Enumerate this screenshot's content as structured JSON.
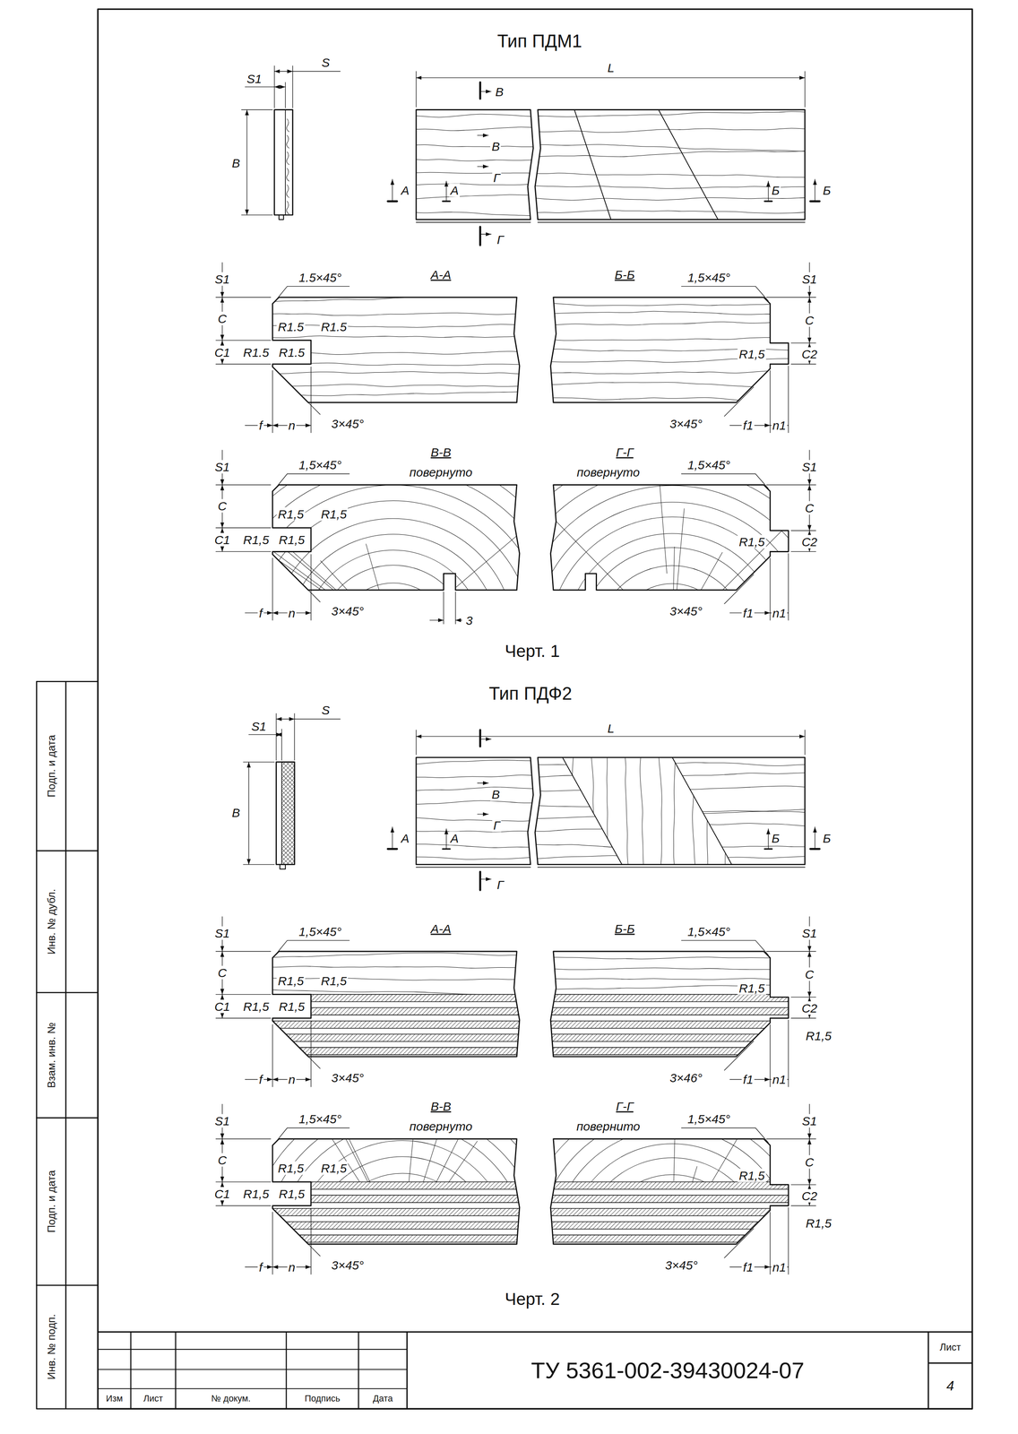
{
  "diagram": {
    "nodes": [
      {
        "text": [
          "Подп. и дата"
        ]
      },
      {
        "text": [
          "Инв. № дубл."
        ]
      },
      {
        "text": [
          "Взам. инв. №"
        ]
      },
      {
        "text": [
          "Подп. и дата"
        ]
      },
      {
        "text": [
          "Инв. № подп."
        ]
      },
      {
        "text": [
          "Изм"
        ]
      },
      {
        "text": [
          "Лист"
        ]
      },
      {
        "text": [
          "№ докум."
        ]
      },
      {
        "text": [
          "Подпись"
        ]
      },
      {
        "text": [
          "Дата"
        ]
      },
      {
        "text": [
          "ТУ 5361-002-39430024-07"
        ]
      },
      {
        "text": [
          "Лист"
        ]
      },
      {
        "text": [
          "4"
        ]
      }
    ],
    "labels": [
      "Тип ПДМ1",
      "S1",
      "S",
      "B",
      "L",
      "В",
      "В",
      "А",
      "А",
      "Г",
      "Г",
      "Б",
      "Б",
      "S1",
      "1.5×45°",
      "А-А",
      "C",
      "R1.5",
      "R1.5",
      "C1",
      "R1.5",
      "R1.5",
      "f",
      "n",
      "3×45°",
      "Б-Б",
      "1,5×45°",
      "S1",
      "C",
      "R1,5",
      "C2",
      "3×45°",
      "f1",
      "n1",
      "В-В",
      "повернуто",
      "S1",
      "1,5×45°",
      "C",
      "R1,5",
      "R1,5",
      "C1",
      "R1,5",
      "R1,5",
      "3",
      "f",
      "n",
      "3×45°",
      "Г-Г",
      "повернуто",
      "1,5×45°",
      "S1",
      "C",
      "R1,5",
      "C2",
      "3×45°",
      "f1",
      "n1",
      "Черт. 1",
      "Тип ПДФ2",
      "S1",
      "S",
      "B",
      "L",
      "А",
      "А",
      "В",
      "Г",
      "Г",
      "Б",
      "Б",
      "S1",
      "1,5×45°",
      "А-А",
      "C",
      "R1,5",
      "R1,5",
      "C1",
      "R1,5",
      "R1,5",
      "f",
      "n",
      "3×45°",
      "Б-Б",
      "1,5×45°",
      "S1",
      "C",
      "R1,5",
      "C2",
      "R1,5",
      "3×46°",
      "f1",
      "n1",
      "В-В",
      "повернуто",
      "1,5×45°",
      "S1",
      "C",
      "R1,5",
      "R1,5",
      "C1",
      "R1,5",
      "R1,5",
      "f",
      "n",
      "3×45°",
      "Г-Г",
      "повернито",
      "1,5×45°",
      "S1",
      "C",
      "R1,5",
      "C2",
      "R1,5",
      "3×45°",
      "f1",
      "n1",
      "Черт. 2"
    ]
  }
}
